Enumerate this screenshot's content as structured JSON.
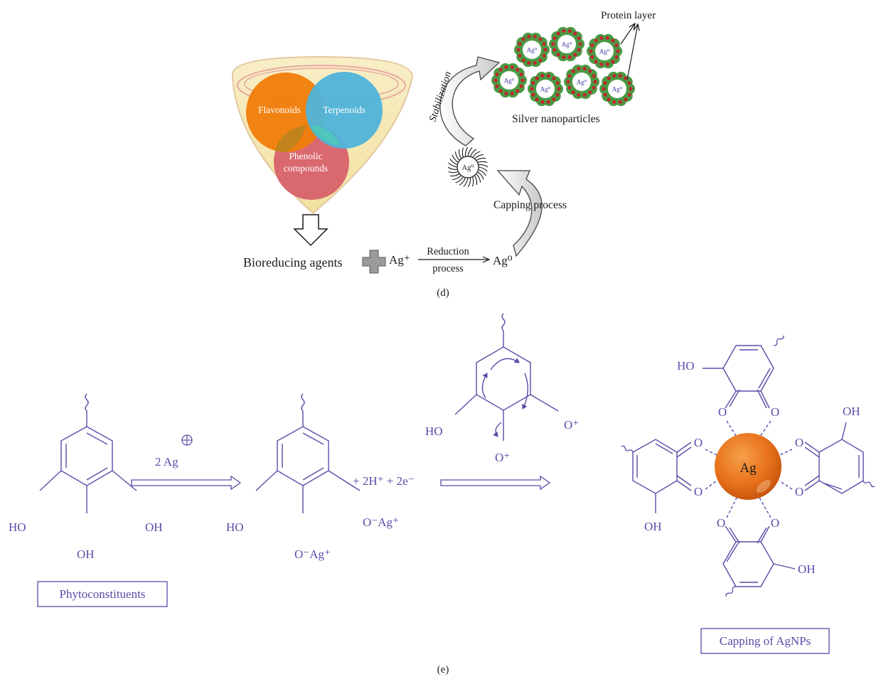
{
  "panel_d": {
    "funnel": {
      "flavonoids": "Flavonoids",
      "terpenoids": "Terpenoids",
      "phenolic_line1": "Phenolic",
      "phenolic_line2": "compounds"
    },
    "bioreducing_agents": "Bioreducing agents",
    "ag_plus": "Ag⁺",
    "reduction_line1": "Reduction",
    "reduction_line2": "process",
    "ag0": "Ag⁰",
    "capping_process": "Capping   process",
    "stabilization": "Stabilization",
    "silver_nanoparticles": "Silver nanoparticles",
    "protein_layer": "Protein layer",
    "label": "(d)"
  },
  "panel_e": {
    "plus_ag": "2 Ag",
    "plus_ions": "+ 2H⁺ + 2e⁻",
    "phytoconstituents": "Phytoconstituents",
    "capping_agnps": "Capping of AgNPs",
    "ag": "Ag",
    "label": "(e)"
  },
  "colors": {
    "flavonoids": "#f07d0a",
    "terpenoids": "#4fb3d9",
    "phenolic": "#d65f6a",
    "overlap_fp": "#b8861e",
    "overlap_tp": "#4fc9b8",
    "chem_ink": "#5b4aa8",
    "ag_core": "#e8711a",
    "np_shell": "#4a9a44",
    "np_dots": "#c0282e"
  }
}
